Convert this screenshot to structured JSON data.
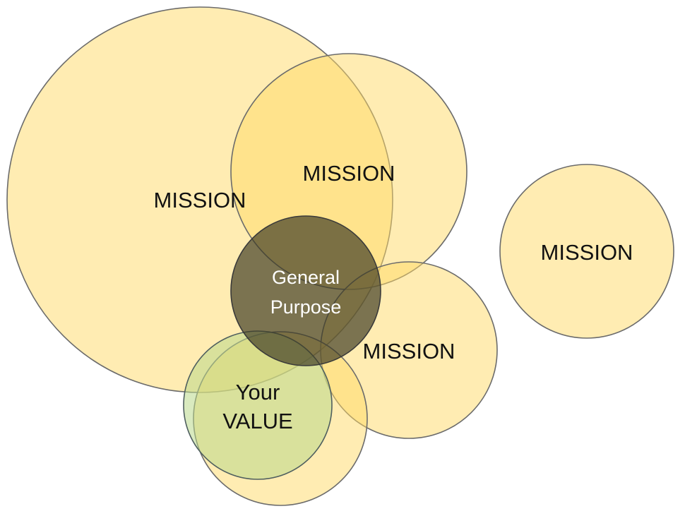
{
  "diagram": {
    "circles": [
      {
        "label": "MISSION"
      },
      {
        "label": "MISSION"
      },
      {
        "label": "MISSION"
      },
      {
        "label": "MISSION"
      }
    ],
    "value": {
      "line1": "Your",
      "line2": "VALUE"
    },
    "purpose": {
      "line1": "General",
      "line2": "Purpose"
    },
    "colors": {
      "mission": "#ffd966",
      "value": "#b9d98a",
      "purpose": "#3d3a22"
    }
  }
}
